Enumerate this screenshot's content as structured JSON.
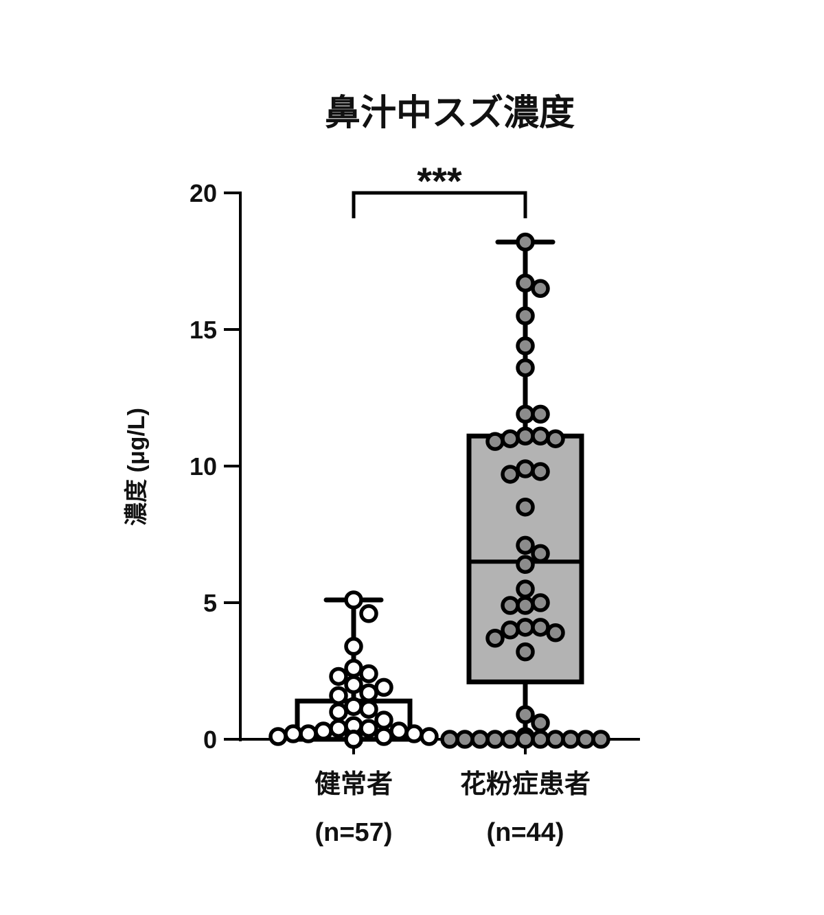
{
  "chart_data": {
    "type": "box",
    "title": "鼻汁中スズ濃度",
    "ylabel": "濃度 (μg/L)",
    "xlabel": "",
    "ylim": [
      0,
      20
    ],
    "yticks": [
      "0",
      "5",
      "10",
      "15",
      "20"
    ],
    "significance": "***",
    "groups": [
      {
        "name": "健常者",
        "n_label": "(n=57)",
        "fill": "#ffffff",
        "box": {
          "min": 0,
          "q1": 0,
          "median": 0,
          "q3": 1.4,
          "max": 5.1
        },
        "values": [
          5.1,
          4.6,
          3.4,
          2.6,
          2.4,
          2.3,
          2.0,
          1.9,
          1.7,
          1.6,
          1.2,
          1.1,
          1.0,
          0.7,
          0.5,
          0.4,
          0.4,
          0.3,
          0.3,
          0.2,
          0.2,
          0.2,
          0.1,
          0.1,
          0.1,
          0,
          0,
          0,
          0,
          0,
          0,
          0,
          0,
          0,
          0,
          0,
          0,
          0,
          0,
          0,
          0,
          0,
          0,
          0,
          0,
          0,
          0,
          0,
          0,
          0,
          0,
          0,
          0,
          0,
          0,
          0,
          0
        ]
      },
      {
        "name": "花粉症患者",
        "n_label": "(n=44)",
        "fill": "#b3b3b3",
        "point_fill": "#8c8c8c",
        "box": {
          "min": 0,
          "q1": 2.1,
          "median": 6.5,
          "q3": 11.1,
          "max": 18.2
        },
        "values": [
          18.2,
          16.7,
          16.5,
          15.5,
          14.4,
          13.6,
          11.9,
          11.9,
          11.1,
          11.1,
          11.0,
          11.0,
          10.9,
          9.9,
          9.8,
          9.7,
          8.5,
          7.1,
          6.8,
          6.4,
          5.5,
          5.0,
          4.9,
          4.9,
          4.1,
          4.1,
          4.0,
          3.9,
          3.7,
          3.2,
          0.9,
          0.6,
          0.1,
          0,
          0,
          0,
          0,
          0,
          0,
          0,
          0,
          0,
          0,
          0
        ]
      }
    ]
  }
}
